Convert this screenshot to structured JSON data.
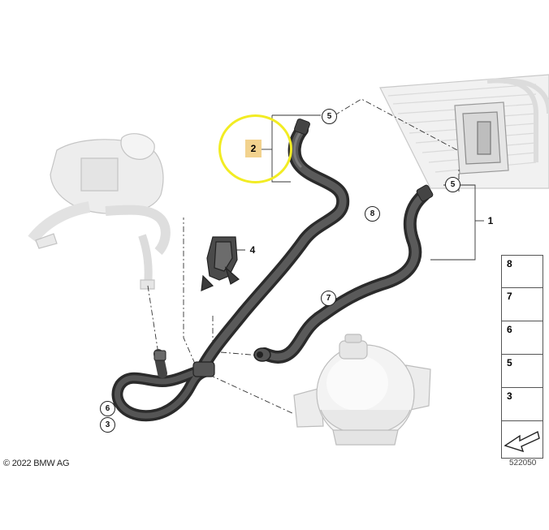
{
  "callouts": {
    "c5_top": "5",
    "c5_mid": "5",
    "c1": "1",
    "c2": "2",
    "c4": "4",
    "c8": "8",
    "c7": "7",
    "c6": "6",
    "c3": "3"
  },
  "legend": {
    "items": [
      {
        "number": "8",
        "icon": "hose-clamp-clip-icon"
      },
      {
        "number": "7",
        "icon": "spring-clamp-icon"
      },
      {
        "number": "6",
        "icon": "clip-holder-icon"
      },
      {
        "number": "5",
        "icon": "hose-band-clamp-icon"
      },
      {
        "number": "3",
        "icon": "bracket-clip-icon"
      }
    ],
    "footer_icon": "direction-arrow-icon"
  },
  "footer": {
    "copyright": "© 2022 BMW AG",
    "diagram_id": "522050"
  },
  "colors": {
    "highlight": "#f2ec23",
    "part_tag": "#f2d28e",
    "hose": "#3f3f3f"
  }
}
